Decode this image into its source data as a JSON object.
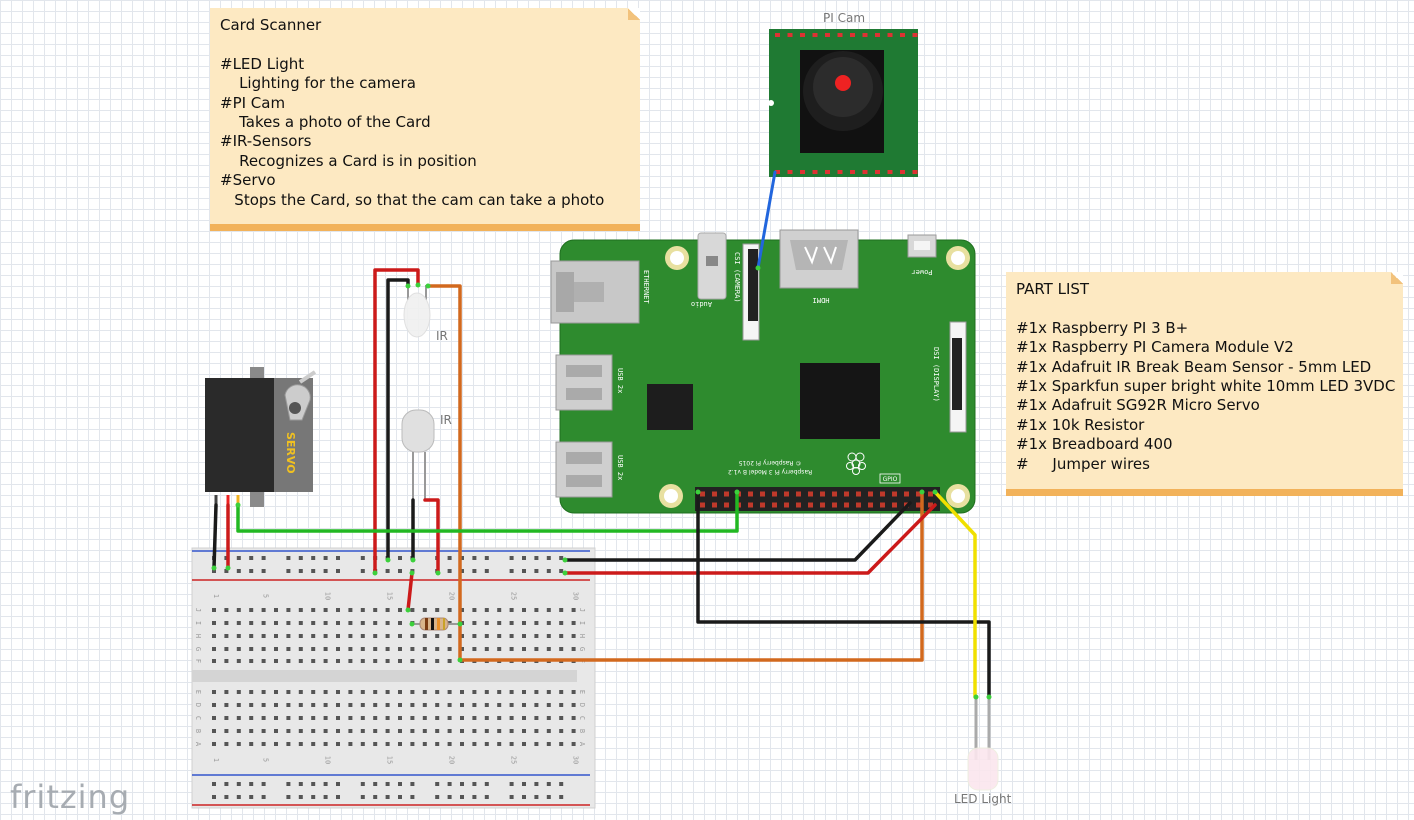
{
  "notes": {
    "card_scanner": {
      "lines": [
        "Card Scanner",
        "",
        "#LED Light",
        "    Lighting for the camera",
        "#PI Cam",
        "    Takes a photo of the Card",
        "#IR-Sensors",
        "    Recognizes a Card is in position",
        "#Servo",
        "   Stops the Card, so that the cam can take a photo"
      ]
    },
    "part_list": {
      "lines": [
        "PART LIST",
        "",
        "#1x Raspberry PI 3 B+",
        "#1x Raspberry PI Camera Module V2",
        "#1x Adafruit IR Break Beam Sensor - 5mm LED",
        "#1x Sparkfun super bright white 10mm LED 3VDC",
        "#1x Adafruit SG92R Micro Servo",
        "#1x 10k Resistor",
        "#1x Breadboard 400",
        "#     Jumper wires"
      ]
    }
  },
  "labels": {
    "pi_cam": "PI Cam",
    "ir_top": "IR",
    "ir_bottom": "IR",
    "led_light": "LED Light",
    "servo": "SERVO",
    "ethernet": "ETHERNET",
    "audio": "Audio",
    "csi_camera": "CSI (CAMERA)",
    "hdmi": "HDMI",
    "power": "Power",
    "usb_top": "USB 2x",
    "usb_bottom": "USB 2x",
    "dsi_display": "DSI (DISPLAY)",
    "gpio": "GPIO",
    "board_name": "Raspberry Pi 3 Model B v1.2",
    "board_copyright": "© Raspberry Pi 2015",
    "fritzing": "fritzing"
  },
  "breadboard": {
    "row_letters_top": [
      "J",
      "I",
      "H",
      "G",
      "F"
    ],
    "row_letters_bottom": [
      "E",
      "D",
      "C",
      "B",
      "A"
    ],
    "column_numbers": [
      "1",
      "5",
      "10",
      "15",
      "20",
      "25",
      "30"
    ]
  },
  "colors": {
    "board_green": "#2e8b2e",
    "camera_green": "#1f7a33",
    "wire_red": "#cc1a1a",
    "wire_black": "#1a1a1a",
    "wire_green": "#22b822",
    "wire_orange": "#d2691e",
    "wire_yellow": "#f0e000",
    "wire_blue": "#2266dd",
    "note_fill": "#fde9c2",
    "note_edge": "#f2b25a"
  }
}
